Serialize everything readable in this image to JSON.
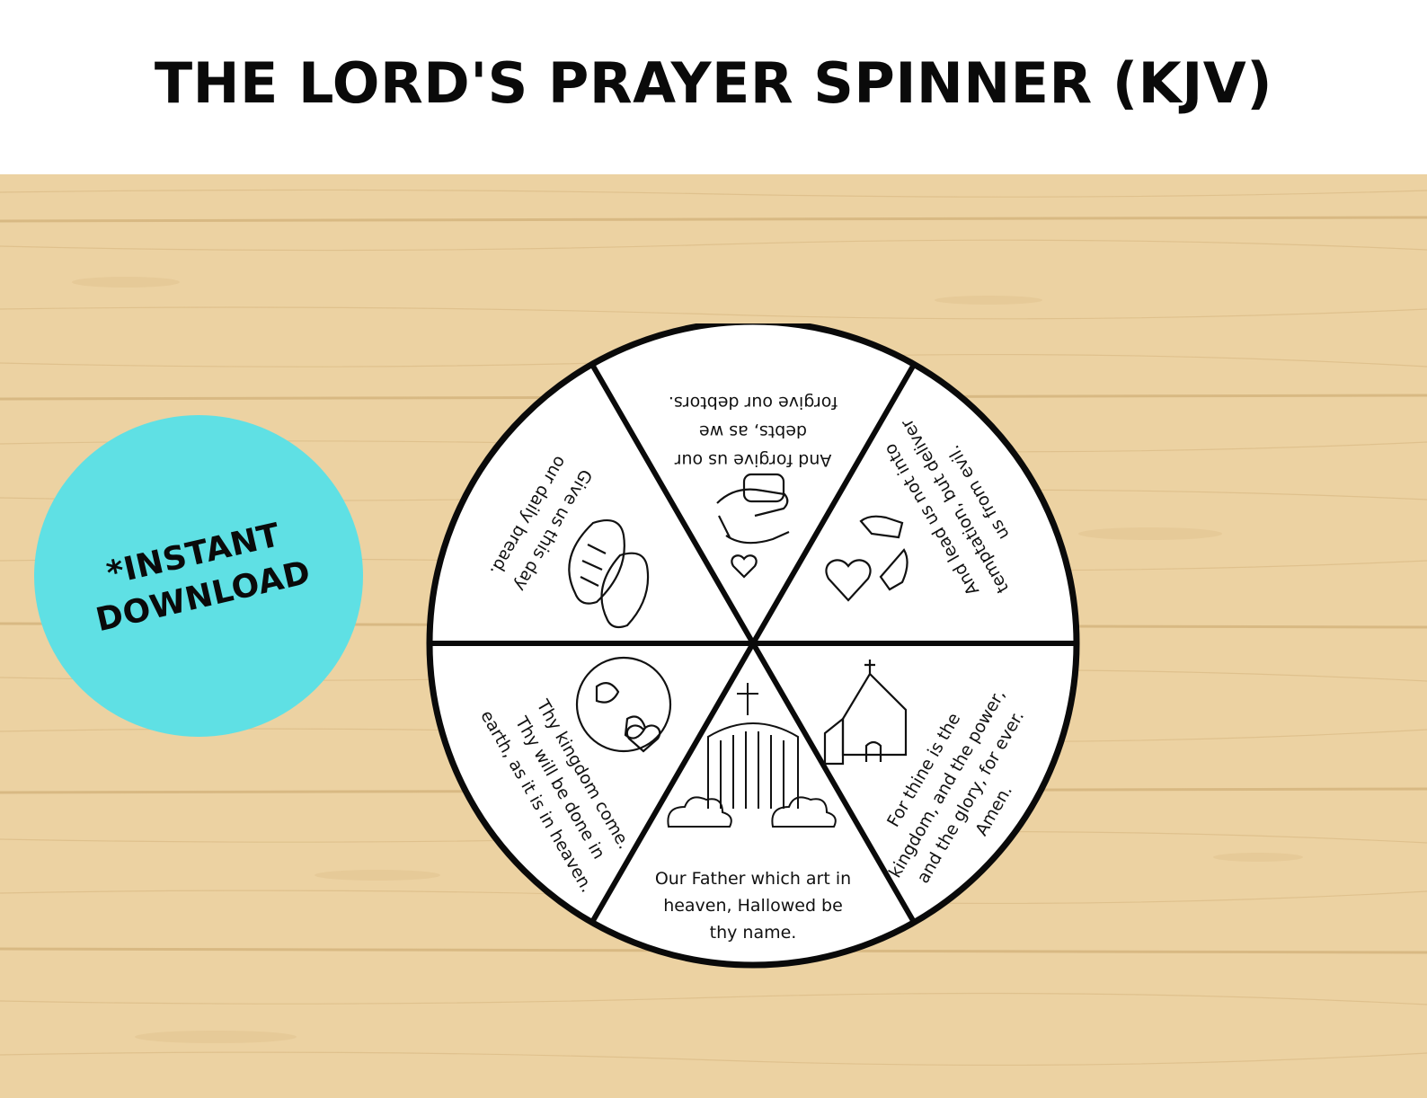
{
  "title": "THE LORD'S PRAYER SPINNER (KJV)",
  "badge": {
    "line1": "*INSTANT",
    "line2": "DOWNLOAD"
  },
  "colors": {
    "wood": "#ecd2a2",
    "badge": "#5fe0e4",
    "title": "#0a0a0a"
  },
  "spinner": {
    "segments": [
      {
        "id": "top",
        "lines": [
          "And forgive us our",
          "debts, as we",
          "forgive our debtors."
        ],
        "icon": "handshake-icon"
      },
      {
        "id": "upper-right",
        "lines": [
          "And lead us not into",
          "temptation, but deliver",
          "us from evil."
        ],
        "icon": "hands-heart-icon"
      },
      {
        "id": "lower-right",
        "lines": [
          "For thine is the",
          "kingdom, and the power,",
          "and the glory, for ever.",
          "Amen."
        ],
        "icon": "church-icon"
      },
      {
        "id": "bottom",
        "lines": [
          "Our Father which art in",
          "heaven, Hallowed be",
          "thy name."
        ],
        "icon": "heaven-gate-icon"
      },
      {
        "id": "lower-left",
        "lines": [
          "Thy kingdom come.",
          "Thy will be done in",
          "earth, as it is in heaven."
        ],
        "icon": "earth-heart-icon"
      },
      {
        "id": "upper-left",
        "lines": [
          "Give us this day",
          "our daily bread."
        ],
        "icon": "bread-icon"
      }
    ]
  }
}
